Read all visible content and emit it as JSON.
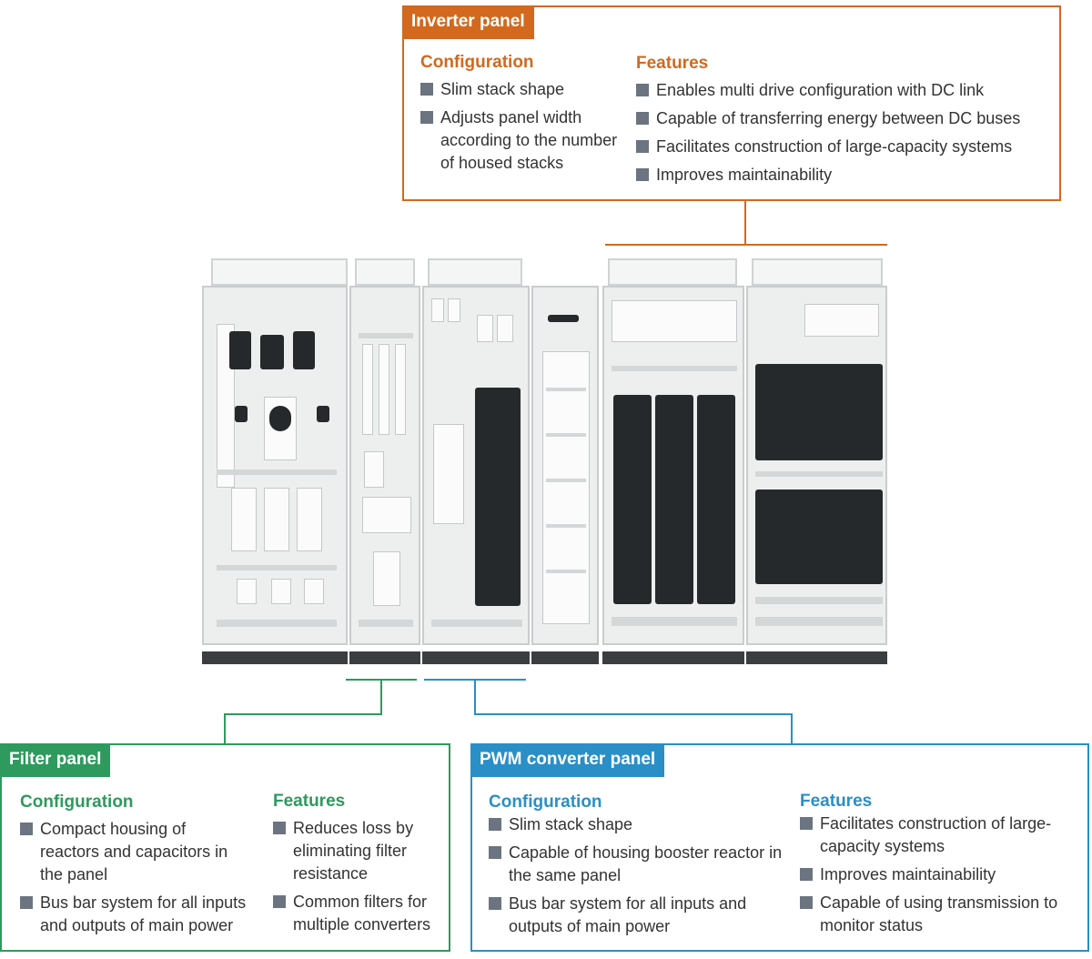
{
  "colors": {
    "inverter": "#d2691e",
    "filter": "#2e9a5e",
    "pwm": "#2a8fc7",
    "bullet": "#6b7480"
  },
  "inverter_panel": {
    "title": "Inverter panel",
    "configuration": {
      "heading": "Configuration",
      "items": [
        "Slim stack shape",
        "Adjusts panel width according to the number of housed stacks"
      ]
    },
    "features": {
      "heading": "Features",
      "items": [
        "Enables multi drive configuration with DC link",
        "Capable of transferring energy between DC buses",
        "Facilitates construction of large-capacity systems",
        "Improves maintainability"
      ]
    }
  },
  "filter_panel": {
    "title": "Filter panel",
    "configuration": {
      "heading": "Configuration",
      "items": [
        "Compact housing of reactors and capacitors in the panel",
        "Bus bar system for all inputs and outputs of main power"
      ]
    },
    "features": {
      "heading": "Features",
      "items": [
        "Reduces loss by eliminating filter resistance",
        "Common filters for multiple converters"
      ]
    }
  },
  "pwm_panel": {
    "title": "PWM converter panel",
    "configuration": {
      "heading": "Configuration",
      "items": [
        "Slim stack shape",
        "Capable of housing booster reactor in the same panel",
        "Bus bar system for all inputs and outputs of main power"
      ]
    },
    "features": {
      "heading": "Features",
      "items": [
        "Facilitates construction of large-capacity systems",
        "Improves maintainability",
        "Capable of using transmission to monitor status"
      ]
    }
  }
}
